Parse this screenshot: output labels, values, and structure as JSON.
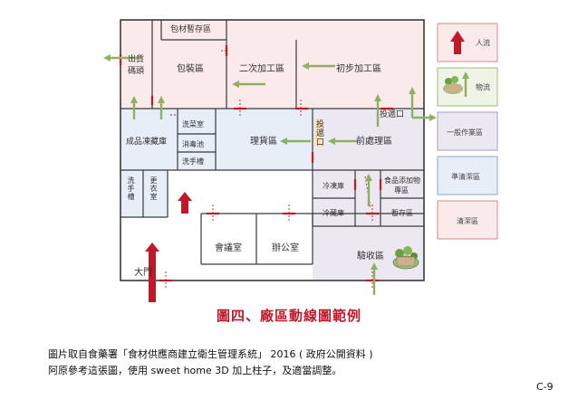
{
  "rooms": {
    "storage_packing": "包材暫存區",
    "shipping_dock_line1": "出貨",
    "shipping_dock_line2": "碼頭",
    "packing_area": "包裝區",
    "secondary_processing": "二次加工區",
    "primary_processing": "初步加工區",
    "sink_room": "洗菜室",
    "disinfection_pool": "消毒池",
    "hand_wash_1": "洗手槽",
    "finished_freezer": "成品凍藏庫",
    "dispatch_area": "理貨區",
    "pass_window_vertical": "投遞口",
    "pass_window_top": "投遞口",
    "preprocessing": "前處理區",
    "hand_wash_2": "洗手槽",
    "changing_room": "更衣室",
    "freezer": "冷凍庫",
    "refrigerator": "冷藏庫",
    "additive_storage_line1": "食品添加物",
    "additive_storage_line2": "專區",
    "temp_storage": "暫存區",
    "meeting_room": "會議室",
    "office": "辦公室",
    "receiving": "驗收區",
    "main_gate": "大門"
  },
  "legend": {
    "people_flow": "人流",
    "material_flow": "物流",
    "general_area": "一般作業區",
    "semi_clean_area": "準清潔區",
    "clean_area": "清潔區"
  },
  "colors": {
    "clean_zone": "#fbeaea",
    "semi_clean_zone": "#e7eef7",
    "general_zone": "#ece8f1",
    "wall": "#3a3a3a",
    "people_arrow": "#c0192a",
    "flow_arrow": "#8fb060",
    "door_mark": "#c0192a",
    "title": "#c0192a"
  },
  "figure_title": "圖四、廠區動線圖範例",
  "notes": {
    "line1": "圖片取自食藥署「食材供應商建立衛生管理系統」 2016 ( 政府公開資料 )",
    "line2": "阿原參考這張圖，使用 sweet home 3D  加上柱子，及適當調整。"
  },
  "page_number": "C-9"
}
